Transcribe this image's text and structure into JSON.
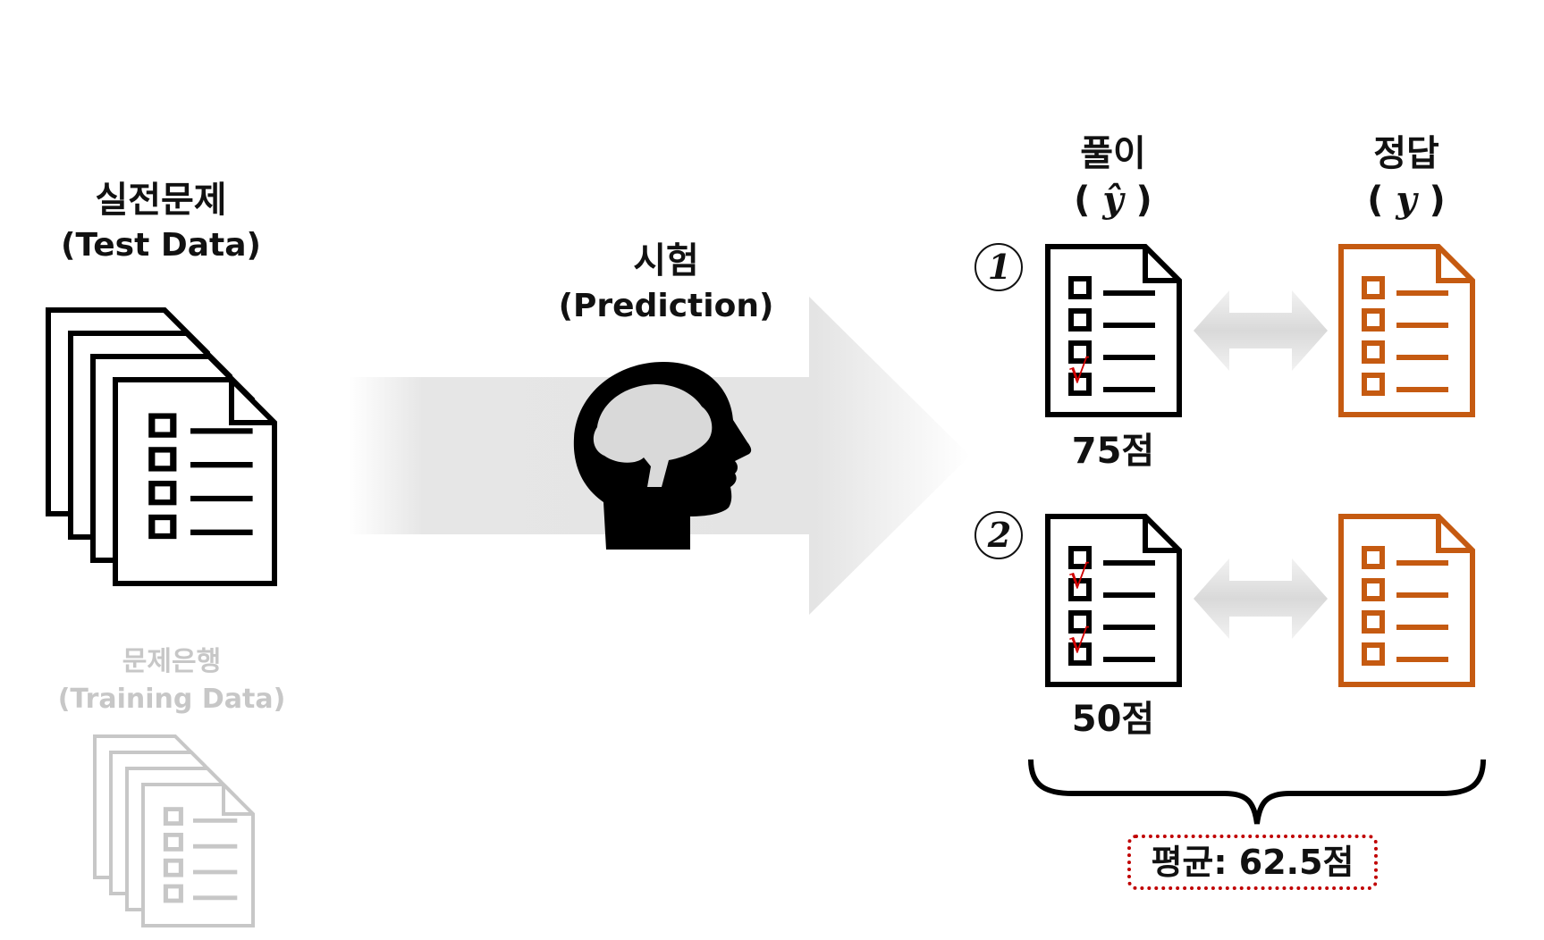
{
  "test_data": {
    "title_ko": "실전문제",
    "title_en": "(Test Data)"
  },
  "training_data": {
    "title_ko": "문제은행",
    "title_en": "(Training Data)"
  },
  "prediction": {
    "title_ko": "시험",
    "title_en": "(Prediction)"
  },
  "columns": {
    "solution": {
      "title_ko": "풀이",
      "symbol": "ŷ"
    },
    "answer": {
      "title_ko": "정답",
      "symbol": "y"
    }
  },
  "items": [
    {
      "number": "1",
      "score": "75점"
    },
    {
      "number": "2",
      "score": "50점"
    }
  ],
  "average": "평균: 62.5점",
  "colors": {
    "answer_doc": "#c55a11",
    "check_mark": "#d00000",
    "average_border": "#c00000",
    "faint": "#c7c7c7"
  }
}
